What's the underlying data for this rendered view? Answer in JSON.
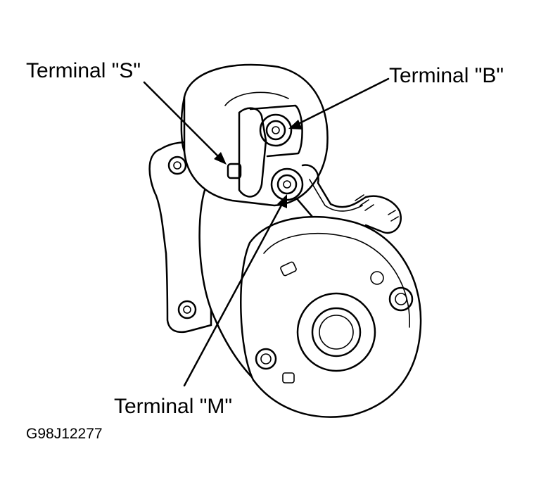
{
  "labels": {
    "terminal_s": "Terminal \"S\"",
    "terminal_b": "Terminal \"B\"",
    "terminal_m": "Terminal \"M\"",
    "figure_code": "G98J12277"
  },
  "colors": {
    "line": "#000000",
    "background": "#ffffff"
  }
}
